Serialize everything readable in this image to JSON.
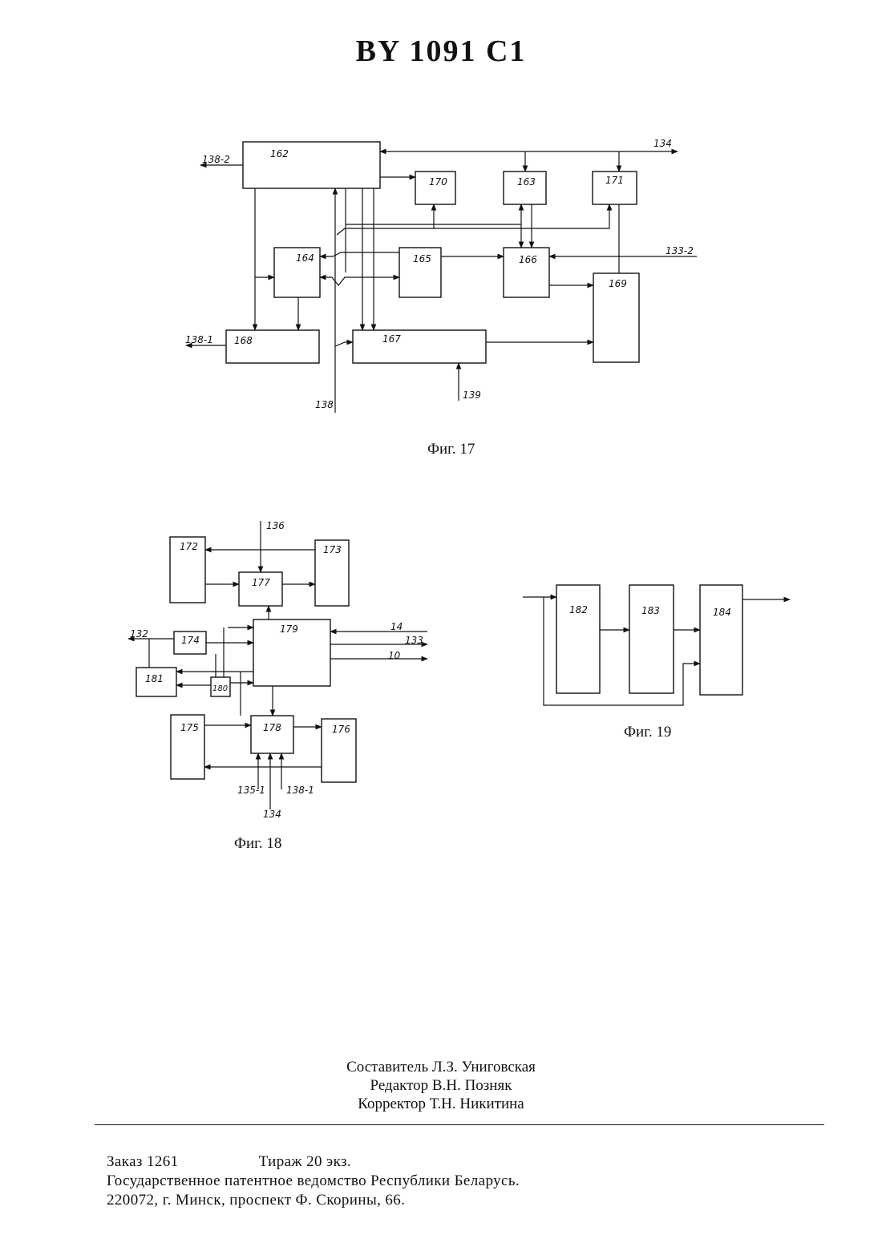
{
  "header": {
    "doc_number": "BY 1091 C1"
  },
  "fig17": {
    "caption": "Фиг. 17",
    "blocks": {
      "b162": "162",
      "b170": "170",
      "b163": "163",
      "b171": "171",
      "b164": "164",
      "b165": "165",
      "b166": "166",
      "b169": "169",
      "b168": "168",
      "b167": "167"
    },
    "signals": {
      "s134": "134",
      "s138_2": "138-2",
      "s133_2": "133-2",
      "s138_1": "138-1",
      "s138": "138",
      "s139": "139"
    }
  },
  "fig18": {
    "caption": "Фиг. 18",
    "blocks": {
      "b172": "172",
      "b173": "173",
      "b177": "177",
      "b179": "179",
      "b174": "174",
      "b181": "181",
      "b180": "180",
      "b175": "175",
      "b178": "178",
      "b176": "176"
    },
    "signals": {
      "s136": "136",
      "s132": "132",
      "s14": "14",
      "s133": "133",
      "s10": "10",
      "s135_1": "135-1",
      "s134": "134",
      "s138_1": "138-1"
    }
  },
  "fig19": {
    "caption": "Фиг. 19",
    "blocks": {
      "b182": "182",
      "b183": "183",
      "b184": "184"
    }
  },
  "footer": {
    "compiler": "Составитель Л.З. Униговская",
    "editor": "Редактор В.Н. Позняк",
    "proofreader": "Корректор Т.Н. Никитина",
    "order": "Заказ 1261",
    "circulation": "Тираж 20 экз.",
    "office": "Государственное патентное ведомство Республики Беларусь.",
    "address": "220072, г. Минск, проспект Ф. Скорины, 66."
  }
}
